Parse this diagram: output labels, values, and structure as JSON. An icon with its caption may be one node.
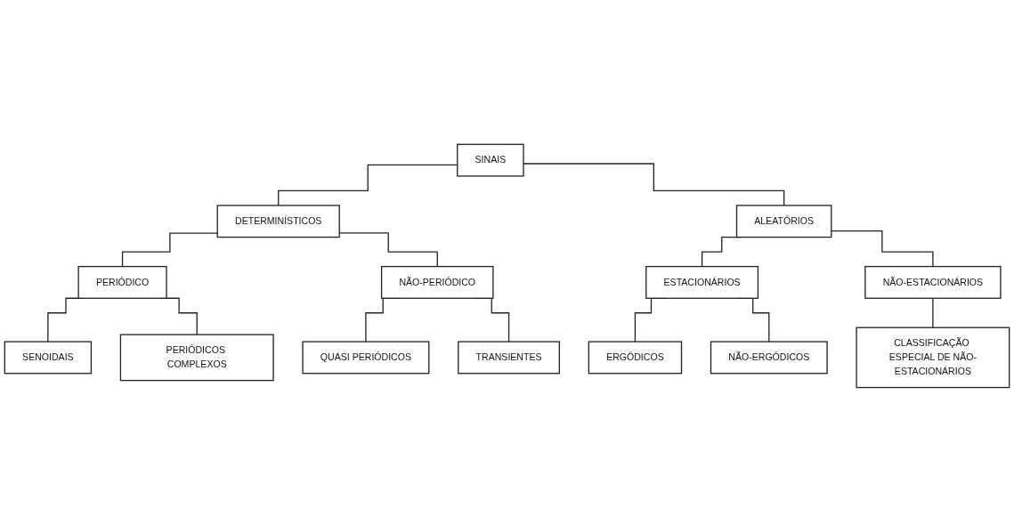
{
  "diagram": {
    "nodes": [
      {
        "text": [
          "SINAIS"
        ]
      },
      {
        "text": [
          "DETERMINÍSTICOS"
        ]
      },
      {
        "text": [
          "ALEATÓRIOS"
        ]
      },
      {
        "text": [
          "PERIÓDICO"
        ]
      },
      {
        "text": [
          "NÃO-PERIÓDICO"
        ]
      },
      {
        "text": [
          "ESTACIONÁRIOS"
        ]
      },
      {
        "text": [
          "NÃO-ESTACIONÁRIOS"
        ]
      },
      {
        "text": [
          "SENOIDAIS"
        ]
      },
      {
        "text": [
          "PERIÓDICOS COMPLEXOS"
        ]
      },
      {
        "text": [
          "QUASI PERIÓDICOS"
        ]
      },
      {
        "text": [
          "TRANSIENTES"
        ]
      },
      {
        "text": [
          "ERGÓDICOS"
        ]
      },
      {
        "text": [
          "NÃO-ERGÓDICOS"
        ]
      },
      {
        "text": [
          "CLASSIFICAÇÃO ESPECIAL DE NÃO-ESTACIONÁRIOS"
        ]
      }
    ],
    "edges": [
      {
        "from": 0,
        "to": 1,
        "arrow": "none"
      },
      {
        "from": 0,
        "to": 2,
        "arrow": "none"
      },
      {
        "from": 1,
        "to": 3,
        "arrow": "none"
      },
      {
        "from": 1,
        "to": 4,
        "arrow": "none"
      },
      {
        "from": 2,
        "to": 5,
        "arrow": "none"
      },
      {
        "from": 2,
        "to": 6,
        "arrow": "none"
      },
      {
        "from": 3,
        "to": 7,
        "arrow": "none"
      },
      {
        "from": 3,
        "to": 8,
        "arrow": "none"
      },
      {
        "from": 4,
        "to": 9,
        "arrow": "none"
      },
      {
        "from": 4,
        "to": 10,
        "arrow": "none"
      },
      {
        "from": 5,
        "to": 11,
        "arrow": "none"
      },
      {
        "from": 5,
        "to": 12,
        "arrow": "none"
      },
      {
        "from": 6,
        "to": 13,
        "arrow": "none"
      }
    ]
  }
}
